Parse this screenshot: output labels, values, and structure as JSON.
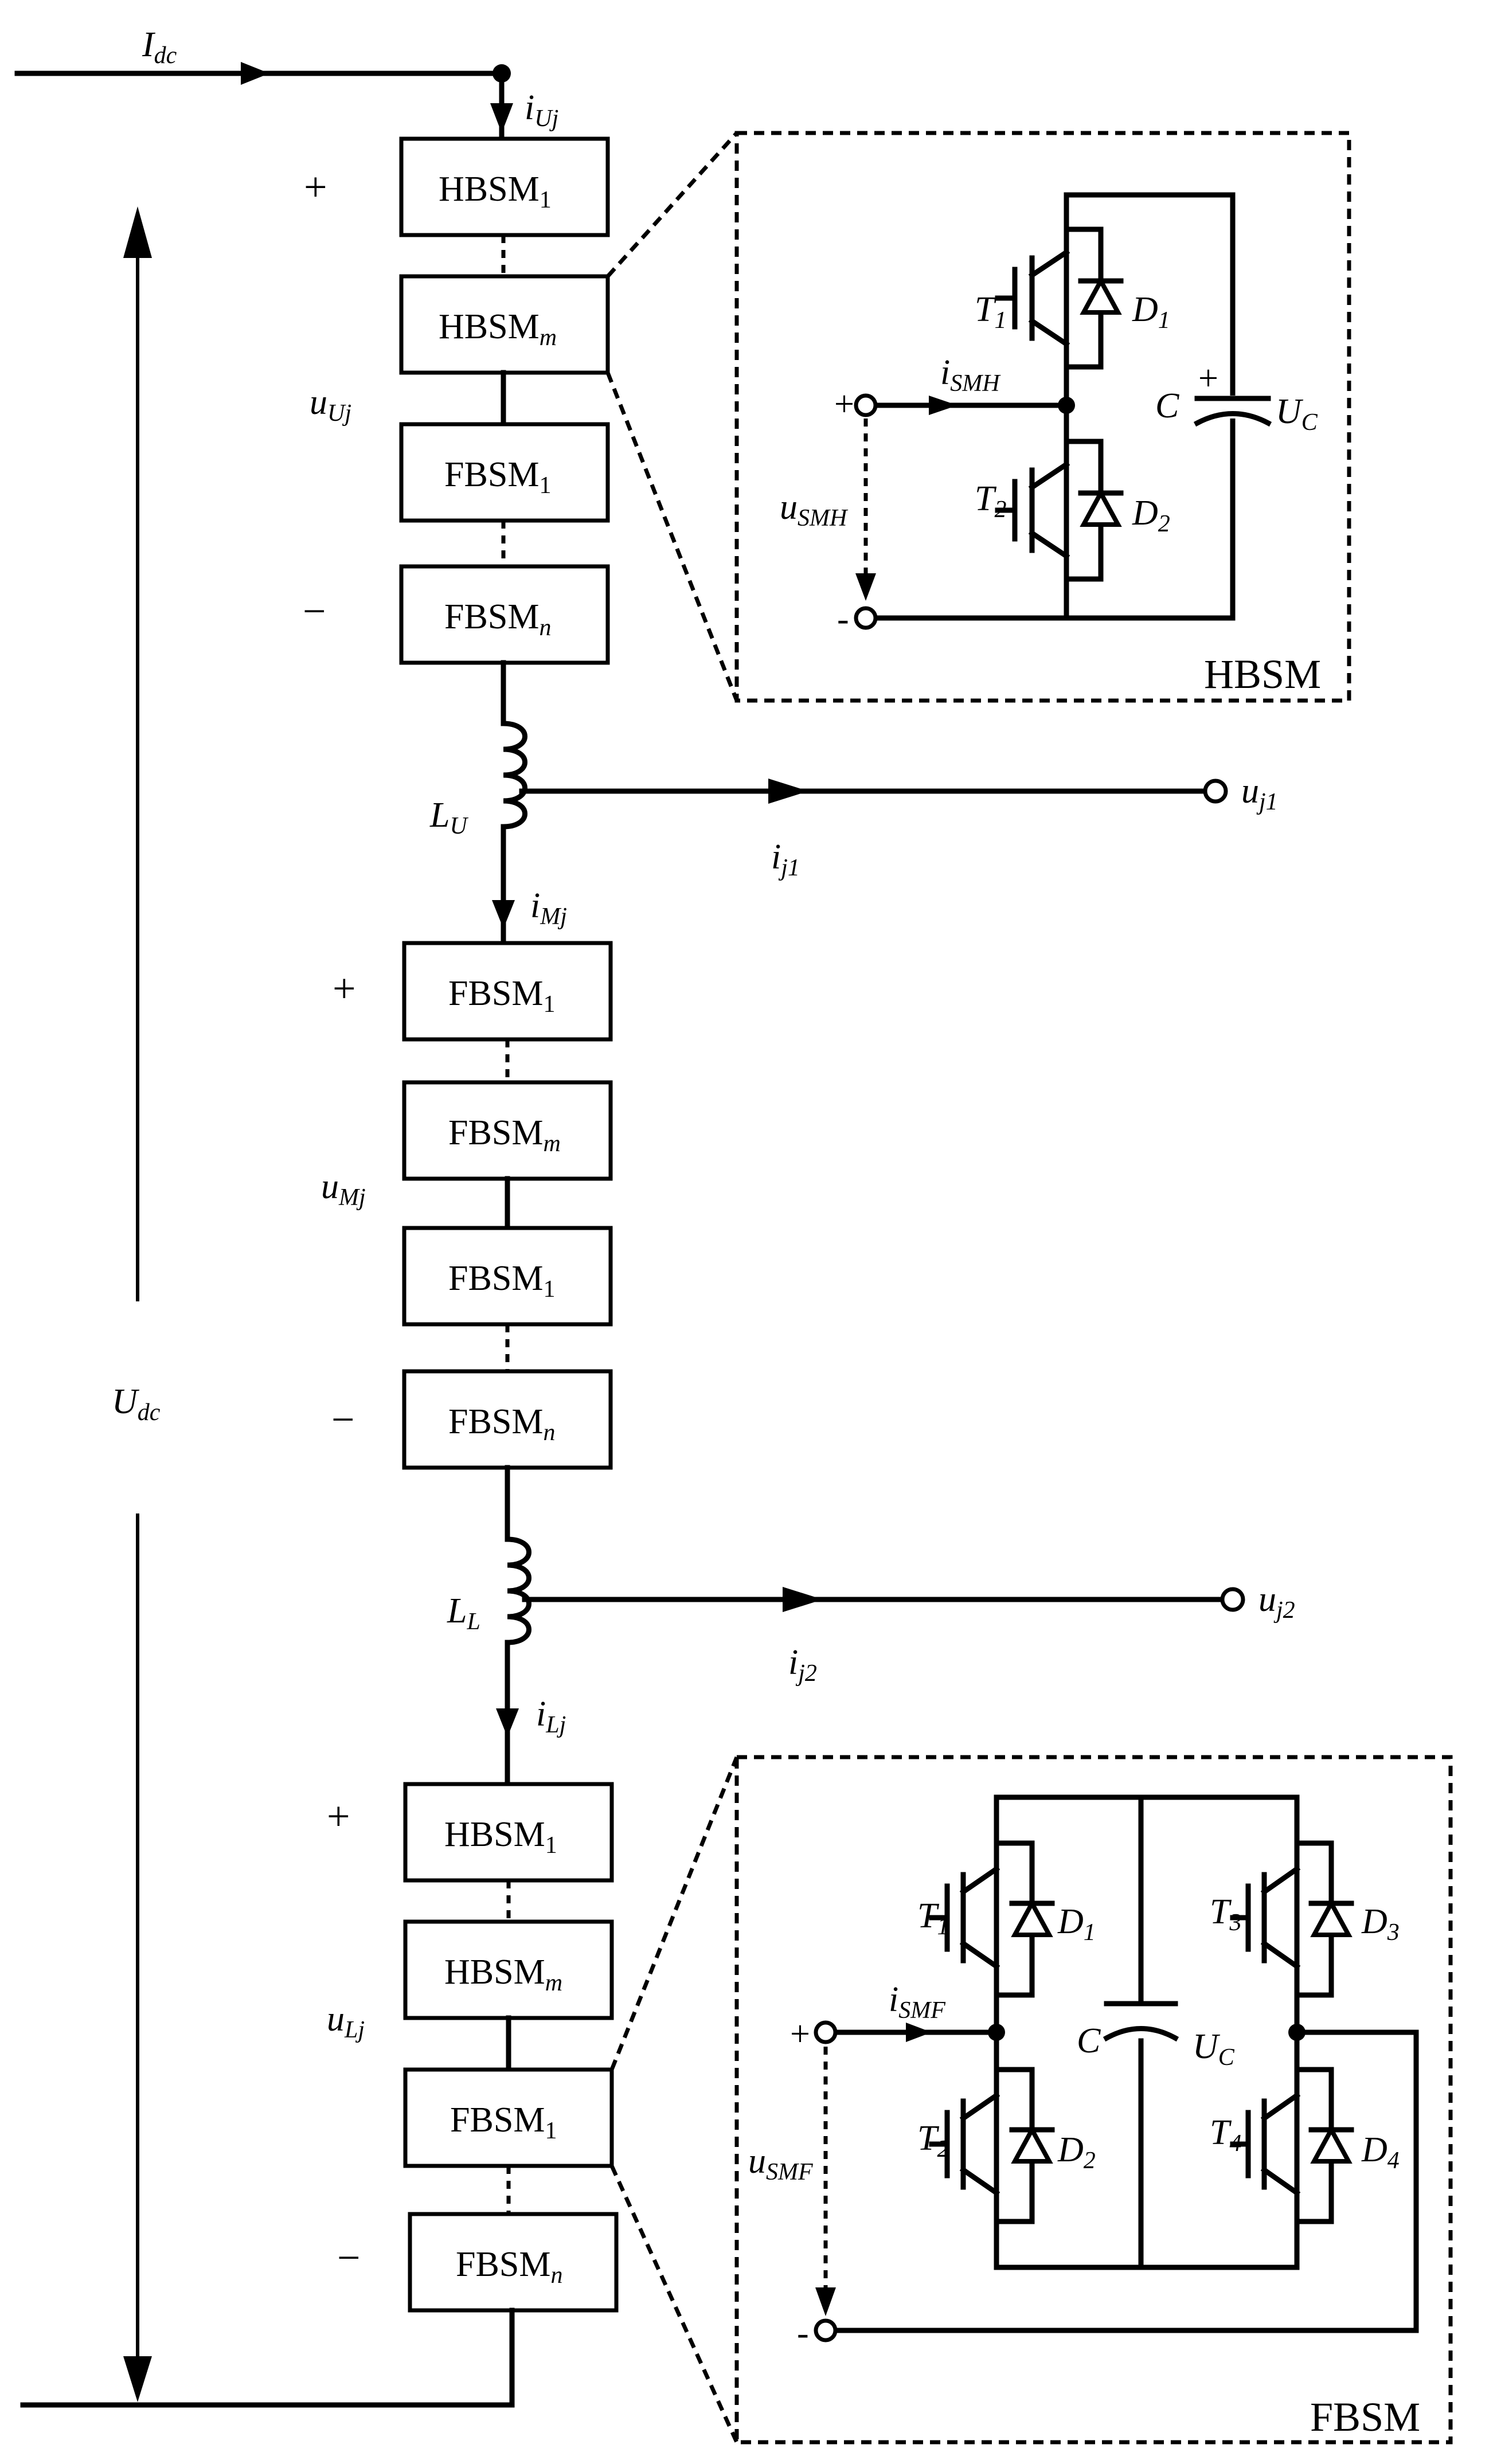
{
  "labels": {
    "idc": "I",
    "idc_sub": "dc",
    "udc": "U",
    "udc_sub": "dc",
    "plus": "+",
    "minus": "−",
    "hb1": "HBSM",
    "hb1_sub": "1",
    "hbm": "HBSM",
    "hbm_sub": "m",
    "fb1": "FBSM",
    "fb1_sub": "1",
    "fbm": "FBSM",
    "fbm_sub": "m",
    "fbn": "FBSM",
    "fbn_sub": "n",
    "iuj": "i",
    "iuj_sub": "Uj",
    "uuj": "u",
    "uuj_sub": "Uj",
    "lu": "L",
    "lu_sub": "U",
    "ij1": "i",
    "ij1_sub": "j1",
    "uj1": "u",
    "uj1_sub": "j1",
    "imj": "i",
    "imj_sub": "Mj",
    "umj": "u",
    "umj_sub": "Mj",
    "ll": "L",
    "ll_sub": "L",
    "ij2": "i",
    "ij2_sub": "j2",
    "uj2": "u",
    "uj2_sub": "j2",
    "ilj": "i",
    "ilj_sub": "Lj",
    "ulj": "u",
    "ulj_sub": "Lj"
  },
  "hbsm_detail": {
    "title": "HBSM",
    "t1": "T",
    "t1_sub": "1",
    "d1": "D",
    "d1_sub": "1",
    "t2": "T",
    "t2_sub": "2",
    "d2": "D",
    "d2_sub": "2",
    "c": "C",
    "uc": "U",
    "uc_sub": "C",
    "ism": "i",
    "ism_sub": "SMH",
    "usm": "u",
    "usm_sub": "SMH",
    "plus": "+",
    "minus": "-"
  },
  "fbsm_detail": {
    "title": "FBSM",
    "t1": "T",
    "t1_sub": "1",
    "d1": "D",
    "d1_sub": "1",
    "t2": "T",
    "t2_sub": "2",
    "d2": "D",
    "d2_sub": "2",
    "t3": "T",
    "t3_sub": "3",
    "d3": "D",
    "d3_sub": "3",
    "t4": "T",
    "t4_sub": "4",
    "d4": "D",
    "d4_sub": "4",
    "c": "C",
    "uc": "U",
    "uc_sub": "C",
    "ism": "i",
    "ism_sub": "SMF",
    "usm": "u",
    "usm_sub": "SMF",
    "plus": "+",
    "minus": "-"
  }
}
